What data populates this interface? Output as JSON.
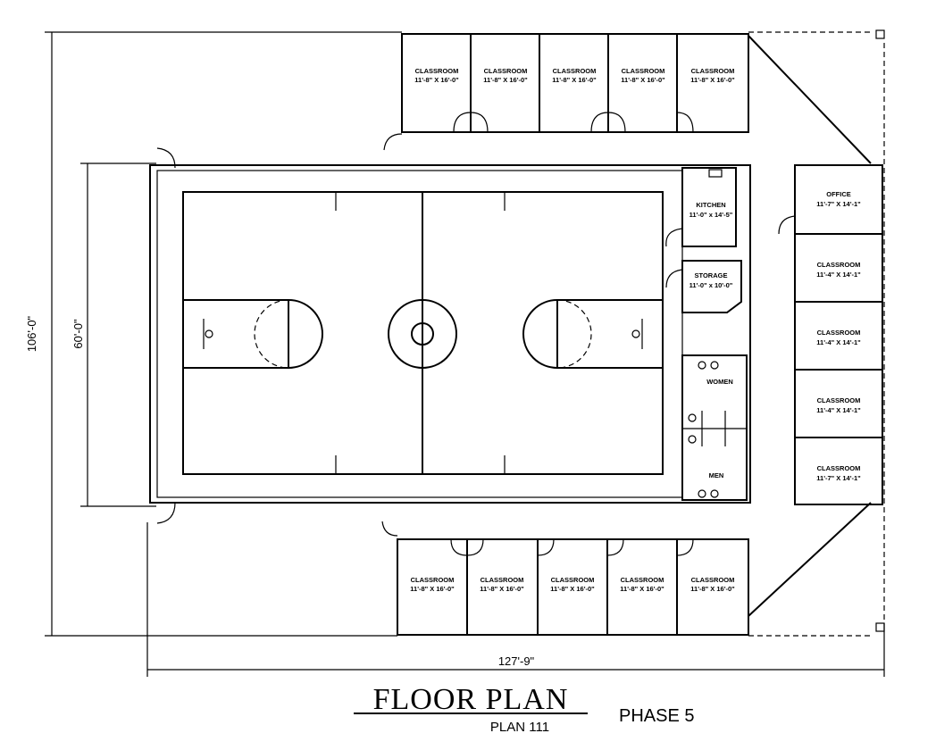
{
  "title": "FLOOR PLAN",
  "plan_number": "PLAN 111",
  "phase": "PHASE 5",
  "dimensions": {
    "total_width": "127'-9\"",
    "total_depth": "106'-0\"",
    "gym_depth": "60'-0\""
  },
  "top_classrooms": [
    {
      "name": "CLASSROOM",
      "size": "11'-8\" X 16'-0\""
    },
    {
      "name": "CLASSROOM",
      "size": "11'-8\" X 16'-0\""
    },
    {
      "name": "CLASSROOM",
      "size": "11'-8\" X 16'-0\""
    },
    {
      "name": "CLASSROOM",
      "size": "11'-8\" X 16'-0\""
    },
    {
      "name": "CLASSROOM",
      "size": "11'-8\" X 16'-0\""
    }
  ],
  "bottom_classrooms": [
    {
      "name": "CLASSROOM",
      "size": "11'-8\" X 16'-0\""
    },
    {
      "name": "CLASSROOM",
      "size": "11'-8\" X 16'-0\""
    },
    {
      "name": "CLASSROOM",
      "size": "11'-8\" X 16'-0\""
    },
    {
      "name": "CLASSROOM",
      "size": "11'-8\" X 16'-0\""
    },
    {
      "name": "CLASSROOM",
      "size": "11'-8\" X 16'-0\""
    }
  ],
  "kitchen": {
    "name": "KITCHEN",
    "size": "11'-0\" x 14'-5\""
  },
  "storage": {
    "name": "STORAGE",
    "size": "11'-0\" x 10'-0\""
  },
  "women": "WOMEN",
  "men": "MEN",
  "office": {
    "name": "OFFICE",
    "size": "11'-7\" X 14'-1\""
  },
  "right_classrooms": [
    {
      "name": "CLASSROOM",
      "size": "11'-4\" X 14'-1\""
    },
    {
      "name": "CLASSROOM",
      "size": "11'-4\" X 14'-1\""
    },
    {
      "name": "CLASSROOM",
      "size": "11'-4\" X 14'-1\""
    },
    {
      "name": "CLASSROOM",
      "size": "11'-7\" X 14'-1\""
    }
  ]
}
